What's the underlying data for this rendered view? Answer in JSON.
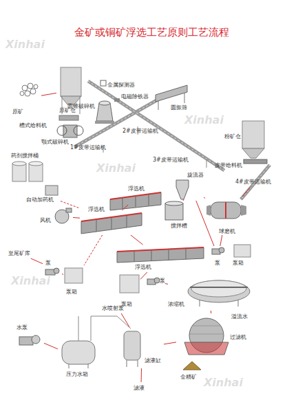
{
  "diagram": {
    "title": "金矿或铜矿浮选工艺原则工艺流程",
    "nodes": [
      {
        "text": [
          "原矿"
        ]
      },
      {
        "text": [
          "原矿仓"
        ]
      },
      {
        "text": [
          "槽式给料机"
        ]
      },
      {
        "text": [
          "颚式破碎机"
        ]
      },
      {
        "text": [
          "圆锥破碎机"
        ]
      },
      {
        "text": [
          "金属探测器"
        ]
      },
      {
        "text": [
          "电磁除铁器"
        ]
      },
      {
        "text": [
          "圆振筛"
        ]
      },
      {
        "text": [
          "2#皮带运输机"
        ]
      },
      {
        "text": [
          "1#皮带运输机"
        ]
      },
      {
        "text": [
          "3#皮带运输机"
        ]
      },
      {
        "text": [
          "粉矿仓"
        ]
      },
      {
        "text": [
          "皮带给料机"
        ]
      },
      {
        "text": [
          "4#皮带运输机"
        ]
      },
      {
        "text": [
          "药剂搅拌桶"
        ]
      },
      {
        "text": [
          "自动加药机"
        ]
      },
      {
        "text": [
          "旋流器"
        ]
      },
      {
        "text": [
          "浮选机"
        ]
      },
      {
        "text": [
          "搅拌槽"
        ]
      },
      {
        "text": [
          "浮选机"
        ]
      },
      {
        "text": [
          "球磨机"
        ]
      },
      {
        "text": [
          "风机"
        ]
      },
      {
        "text": [
          "至尾矿库"
        ]
      },
      {
        "text": [
          "泵"
        ]
      },
      {
        "text": [
          "泵箱"
        ]
      },
      {
        "text": [
          "浮选机"
        ]
      },
      {
        "text": [
          "泵"
        ]
      },
      {
        "text": [
          "泵箱"
        ]
      },
      {
        "text": [
          "泵"
        ]
      },
      {
        "text": [
          "泵箱"
        ]
      },
      {
        "text": [
          "浓缩机"
        ]
      },
      {
        "text": [
          "溢流水"
        ]
      },
      {
        "text": [
          "水喷射泵"
        ]
      },
      {
        "text": [
          "水泵"
        ]
      },
      {
        "text": [
          "压力水箱"
        ]
      },
      {
        "text": [
          "滤液缸"
        ]
      },
      {
        "text": [
          "过滤机"
        ]
      },
      {
        "text": [
          "金精矿"
        ]
      },
      {
        "text": [
          "滤液"
        ]
      }
    ],
    "edges": [
      {
        "from": 0,
        "to": 1,
        "arrow": "none"
      },
      {
        "from": 14,
        "to": 15,
        "arrow": "none"
      },
      {
        "from": 15,
        "to": 19,
        "arrow": "none"
      },
      {
        "from": 21,
        "to": 19,
        "arrow": "none"
      },
      {
        "from": 13,
        "to": 20,
        "arrow": "none"
      },
      {
        "from": 20,
        "to": 26,
        "arrow": "none"
      },
      {
        "from": 26,
        "to": 16,
        "arrow": "none"
      },
      {
        "from": 16,
        "to": 18,
        "arrow": "none"
      },
      {
        "from": 16,
        "to": 20,
        "arrow": "none"
      },
      {
        "from": 18,
        "to": 17,
        "arrow": "none"
      },
      {
        "from": 17,
        "to": 19,
        "arrow": "none"
      },
      {
        "from": 19,
        "to": 25,
        "arrow": "none"
      },
      {
        "from": 19,
        "to": 24,
        "arrow": "none"
      },
      {
        "from": 23,
        "to": 22,
        "arrow": "none"
      },
      {
        "from": 25,
        "to": 29,
        "arrow": "none"
      },
      {
        "from": 28,
        "to": 30,
        "arrow": "none"
      },
      {
        "from": 30,
        "to": 36,
        "arrow": "none"
      },
      {
        "from": 36,
        "to": 37,
        "arrow": "none"
      },
      {
        "from": 36,
        "to": 35,
        "arrow": "none"
      },
      {
        "from": 33,
        "to": 34,
        "arrow": "none"
      },
      {
        "from": 32,
        "to": 35,
        "arrow": "none"
      },
      {
        "from": 35,
        "to": 38,
        "arrow": "none"
      },
      {
        "from": 24,
        "to": 23,
        "arrow": "none"
      }
    ],
    "labels": [
      "Xinhai",
      "Xinhai",
      "Xinhai",
      "Xinhai",
      "Xinhai"
    ]
  }
}
